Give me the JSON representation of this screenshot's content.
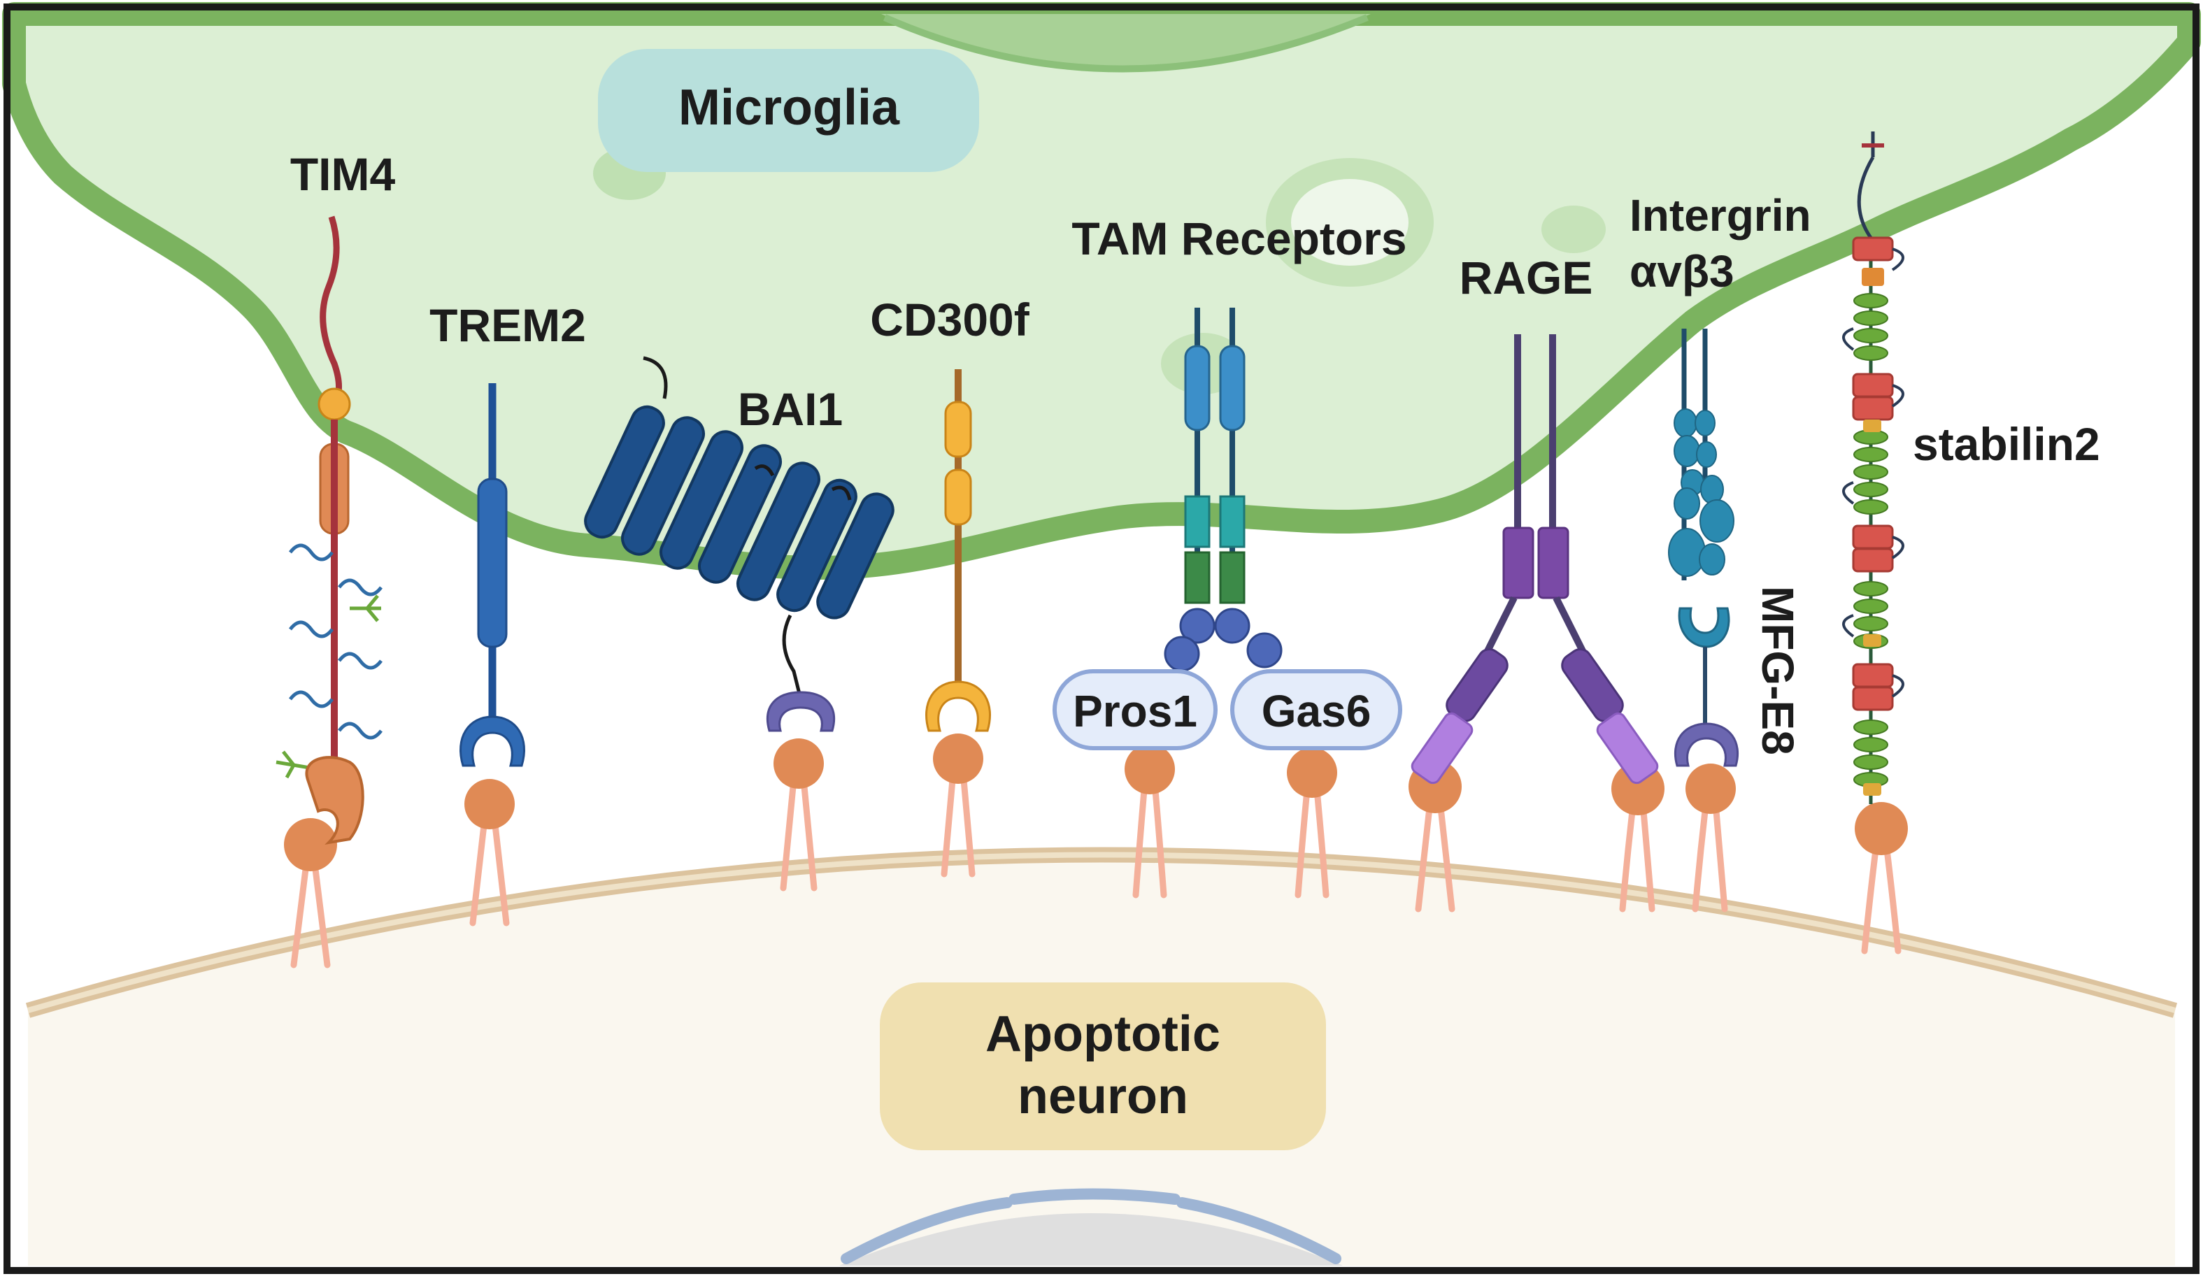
{
  "regions": {
    "microglia_label": "Microglia",
    "neuron_label_line1": "Apoptotic",
    "neuron_label_line2": "neuron"
  },
  "receptors": {
    "tim4": "TIM4",
    "trem2": "TREM2",
    "bai1": "BAI1",
    "cd300f": "CD300f",
    "tam": "TAM Receptors",
    "pros1": "Pros1",
    "gas6": "Gas6",
    "rage": "RAGE",
    "integrin_line1": "Intergrin",
    "integrin_line2": "αvβ3",
    "mfge8": "MFG-E8",
    "stabilin2": "stabilin2"
  },
  "colors": {
    "microglia_fill": "#dcefd4",
    "microglia_border": "#7bb35f",
    "neuron_fill": "#faf7ef",
    "neuron_membrane": "#dcc39e",
    "phosphatidylserine": "#e08a55",
    "microglia_badge": "#b8e0dc",
    "neuron_badge": "#f0e0b0"
  }
}
